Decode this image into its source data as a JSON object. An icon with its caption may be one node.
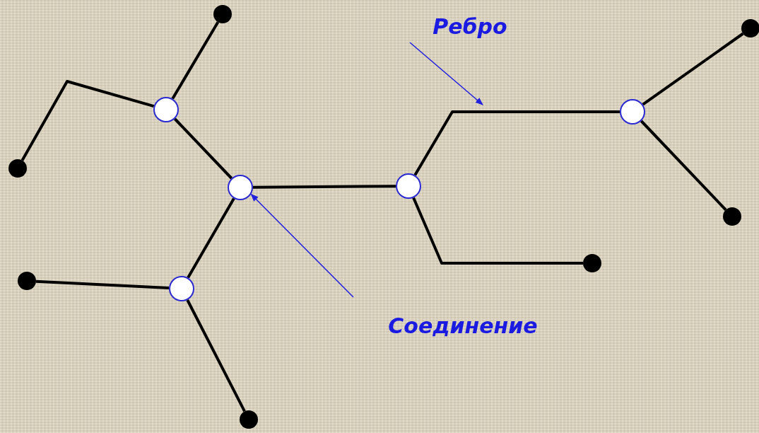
{
  "diagram": {
    "nodes": [
      {
        "text": [],
        "shape": "dot"
      },
      {
        "text": [
          "Ребро"
        ]
      },
      {
        "text": [],
        "shape": "dot"
      },
      {
        "text": [],
        "shape": "circle"
      },
      {
        "text": [],
        "shape": "circle"
      },
      {
        "text": [],
        "shape": "dot"
      },
      {
        "text": [],
        "shape": "circle"
      },
      {
        "text": [],
        "shape": "circle"
      },
      {
        "text": [],
        "shape": "dot"
      },
      {
        "text": [],
        "shape": "dot"
      },
      {
        "text": [],
        "shape": "dot"
      },
      {
        "text": [],
        "shape": "circle"
      },
      {
        "text": [
          "Соединение"
        ]
      },
      {
        "text": [],
        "shape": "dot"
      }
    ],
    "edges": [
      {
        "from": 3,
        "to": 0,
        "arrow": "none"
      },
      {
        "from": 3,
        "to": 5,
        "arrow": "none"
      },
      {
        "from": 3,
        "to": 7,
        "arrow": "none"
      },
      {
        "from": 7,
        "to": 6,
        "arrow": "none"
      },
      {
        "from": 6,
        "to": 4,
        "arrow": "none"
      },
      {
        "from": 4,
        "to": 2,
        "arrow": "none"
      },
      {
        "from": 4,
        "to": 8,
        "arrow": "none"
      },
      {
        "from": 6,
        "to": 9,
        "arrow": "none"
      },
      {
        "from": 7,
        "to": 11,
        "arrow": "none"
      },
      {
        "from": 11,
        "to": 10,
        "arrow": "none"
      },
      {
        "from": 11,
        "to": 13,
        "arrow": "none"
      },
      {
        "from": 1,
        "to": null,
        "arrow": "to",
        "color": "#2222dd"
      },
      {
        "from": 12,
        "to": 7,
        "arrow": "to",
        "color": "#2222dd"
      }
    ]
  }
}
